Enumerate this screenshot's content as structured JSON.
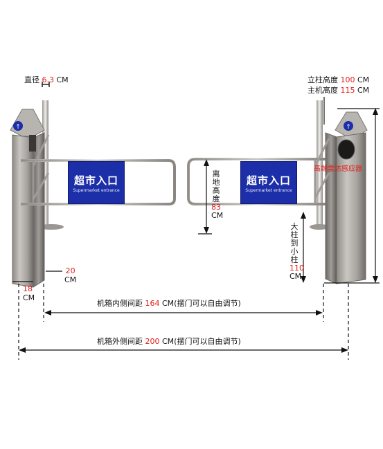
{
  "diameter": {
    "label": "直径",
    "value": "6.3",
    "unit": "CM"
  },
  "post_height": {
    "label": "立柱高度",
    "value": "100",
    "unit": "CM"
  },
  "cabinet_height": {
    "label": "主机高度",
    "value": "115",
    "unit": "CM"
  },
  "sensor": {
    "label": "高端雷达感应器"
  },
  "sign_left": {
    "title": "超市入口",
    "subtitle": "Supermarket entrance"
  },
  "sign_right": {
    "title": "超市入口",
    "subtitle": "Supermarket entrance"
  },
  "ground_clearance": {
    "chars": [
      "离",
      "地",
      "高",
      "度"
    ],
    "value": "83",
    "unit": "CM"
  },
  "post_distance": {
    "chars": [
      "大",
      "柱",
      "到",
      "小",
      "柱"
    ],
    "value": "110",
    "unit": "CM"
  },
  "cabinet_depth": {
    "value": "20",
    "unit": "CM"
  },
  "cabinet_width": {
    "value": "18",
    "unit": "CM"
  },
  "inner_spacing": {
    "label": "机箱内侧间距",
    "value": "164",
    "unit": "CM",
    "note": "(摆门可以自由调节)"
  },
  "outer_spacing": {
    "label": "机箱外侧间距",
    "value": "200",
    "unit": "CM",
    "note": "(摆门可以自由调节)"
  },
  "arrow_glyph": "↑"
}
